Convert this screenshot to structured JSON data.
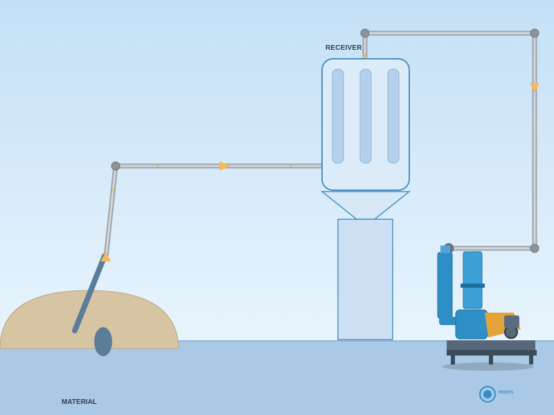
{
  "labels": {
    "receiver": "RECEIVER",
    "material": "MATERIAL",
    "logo_text": "ROOTS"
  },
  "colors": {
    "sky_top": "#cde6f8",
    "sky_bottom": "#e6f3fc",
    "ground": "#aac9e6",
    "material_pile": "#d6c4a3",
    "pipe": "#b9bec3",
    "flow_arrow": "#f5b85c",
    "receiver_body": "#d7e8f7",
    "receiver_outline": "#4a90c2",
    "blower_blue": "#2e8fc7",
    "motor_orange": "#e3a33a",
    "machine_dark": "#3a4b5a"
  },
  "icons": [
    "flow-arrow-icon",
    "pipe-joint-icon",
    "roots-logo-icon"
  ]
}
